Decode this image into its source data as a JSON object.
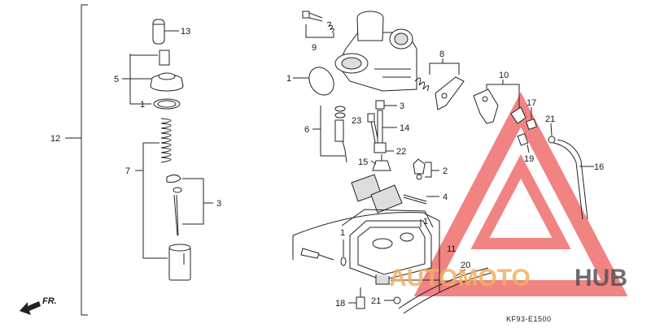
{
  "diagram": {
    "drawing_code": "KF93-E1500",
    "direction_label": "FR.",
    "watermark": {
      "part1": "AUTOMOTO",
      "part2": "HUB",
      "color_triangle": "#e83030",
      "color_text1": "#f0b060",
      "color_text2": "#555555"
    },
    "labels": {
      "l13": "13",
      "l5": "5",
      "l1a": "1",
      "l12": "12",
      "l7": "7",
      "l3a": "3",
      "l9": "9",
      "l1b": "1",
      "l8": "8",
      "l10": "10",
      "l17": "17",
      "l21a": "21",
      "l3b": "3",
      "l6": "6",
      "l23": "23",
      "l14": "14",
      "l22": "22",
      "l15": "15",
      "l19": "19",
      "l16": "16",
      "l2": "2",
      "l4": "4",
      "l1c": "1",
      "l1d": "1",
      "l11": "11",
      "l20": "20",
      "l18": "18",
      "l21b": "21"
    }
  }
}
